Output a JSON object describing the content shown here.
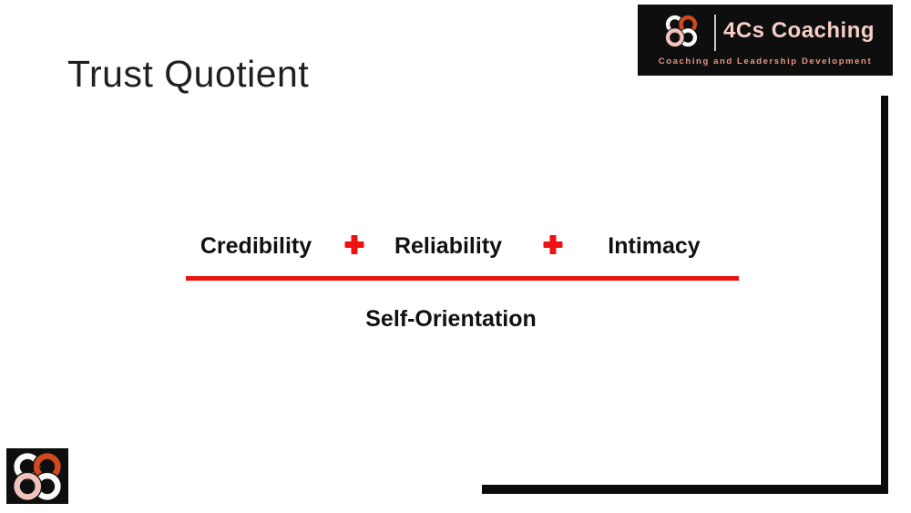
{
  "slide": {
    "title": "Trust Quotient"
  },
  "formula": {
    "numerator_terms": [
      "Credibility",
      "Reliability",
      "Intimacy"
    ],
    "operator": "+",
    "denominator": "Self-Orientation"
  },
  "brand": {
    "name": "4Cs Coaching",
    "tagline": "Coaching and Leadership Development"
  },
  "icons": {
    "clover_logo": "four-interlocked-rings-clover"
  },
  "colors": {
    "accent-red": "#ee1212",
    "text-color": "#1f1f1f",
    "logo-bg": "#0e0e0e",
    "logo-orange": "#d14a1e",
    "logo-pink": "#f0c3bc",
    "logo-white": "#fbfbf9",
    "brand-name-color": "#f6cfc7",
    "brand-tagline-color": "#e89784"
  }
}
